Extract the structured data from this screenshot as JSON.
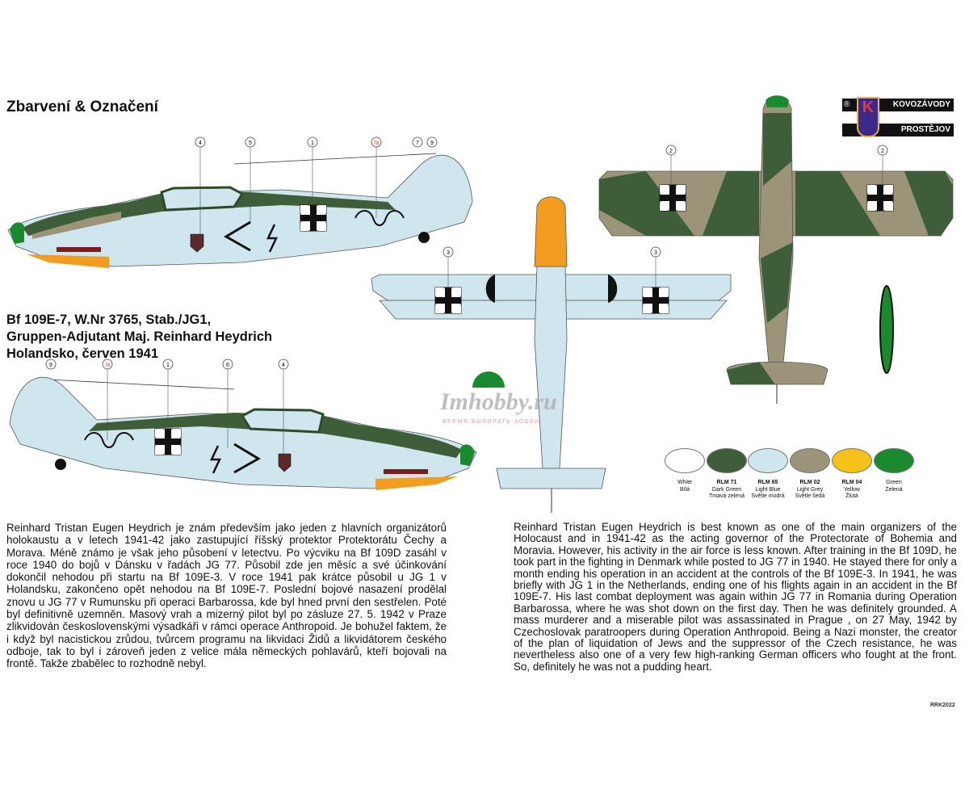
{
  "title": "Zbarvení & Označení",
  "caption": {
    "line1": "Bf 109E-7, W.Nr 3765, Stab./JG1,",
    "line2": "Gruppen-Adjutant Maj. Reinhard Heydrich",
    "line3": "Holandsko, červen 1941"
  },
  "logo": {
    "mark": "®",
    "letter": "K",
    "line1": "KOVOZÁVODY",
    "line2": "PROSTĚJOV"
  },
  "watermark": {
    "text": "Imhobby.ru",
    "sub": "ВРЕМЯ ВЫБИРАТЬ ХОББИ"
  },
  "callouts": {
    "profile_left": [
      "4",
      "5",
      "1",
      "78",
      "7",
      "9"
    ],
    "profile_right": [
      "9",
      "78",
      "1",
      "6",
      "4"
    ],
    "underside": [
      "3",
      "3"
    ],
    "topside": [
      "2",
      "2"
    ]
  },
  "colors": [
    {
      "code": "",
      "en": "White",
      "cz": "Bílá",
      "hex": "#ffffff"
    },
    {
      "code": "RLM 71",
      "en": "Dark Green",
      "cz": "Tmavá zelená",
      "hex": "#3e5e3a"
    },
    {
      "code": "RLM 65",
      "en": "Light Blue",
      "cz": "Světle modrá",
      "hex": "#cfe6ee"
    },
    {
      "code": "RLM 02",
      "en": "Light Grey",
      "cz": "Světle šedá",
      "hex": "#9c9479"
    },
    {
      "code": "RLM 04",
      "en": "Yellow",
      "cz": "Žlutá",
      "hex": "#f6c21a"
    },
    {
      "code": "",
      "en": "Green",
      "cz": "Zelená",
      "hex": "#1a8a2e"
    }
  ],
  "text_cz": "Reinhard Tristan Eugen Heydrich je znám především jako jeden z hlavních organizátorů holokaustu a v letech 1941-42 jako zastupující říšský protektor Protektorátu Čechy a Morava. Méně známo je však jeho působení v letectvu. Po výcviku na Bf 109D zasáhl v roce 1940 do bojů v Dánsku v řadách JG 77. Působil zde jen měsíc a své účinkování dokončil nehodou při startu na Bf 109E-3. V roce 1941 pak krátce působil u JG 1 v Holandsku, zakončeno opět nehodou na Bf 109E-7. Poslední bojové nasazení prodělal znovu u JG 77 v Rumunsku při operaci Barbarossa, kde byl hned první den sestřelen. Poté byl definitivně uzemněn. Masový vrah a mizerný pilot byl po zásluze 27. 5. 1942 v Praze zlikvidován československými výsadkáři v rámci operace Anthropoid. Je bohužel faktem, že i když byl nacistickou zrůdou, tvůrcem programu na likvidaci Židů a likvidátorem českého odboje, tak to byl i zároveň jeden z velice mála německých pohlavárů, kteří bojovali na frontě. Takže zbabělec to rozhodně nebyl.",
  "text_en": "Reinhard Tristan Eugen Heydrich is best known as one of the main organizers of the Holocaust and in 1941-42 as the acting governor of the Protectorate of Bohemia and Moravia. However, his activity in the air force is less known. After training in the Bf 109D, he took part in the fighting in Denmark while posted to JG 77 in 1940. He stayed there for only a month ending his operation in an accident at the controls of the Bf 109E-3. In 1941, he was briefly with JG 1 in the Netherlands, ending one of his flights again in an accident in the Bf 109E-7. His last combat deployment was again within JG 77 in Romania during Operation Barbarossa, where he was shot down on the first day. Then he was definitely grounded. A mass murderer and a miserable pilot was assassinated in Prague , on 27 May, 1942 by Czechoslovak paratroopers during Operation Anthropoid. Being a Nazi monster, the creator of the plan of liquidation of Jews and the suppressor of the Czech resistance, he was nevertheless also one of a very few high-ranking German officers who fought at the front. So, definitely he was not a pudding heart.",
  "footer": "RRK2022"
}
